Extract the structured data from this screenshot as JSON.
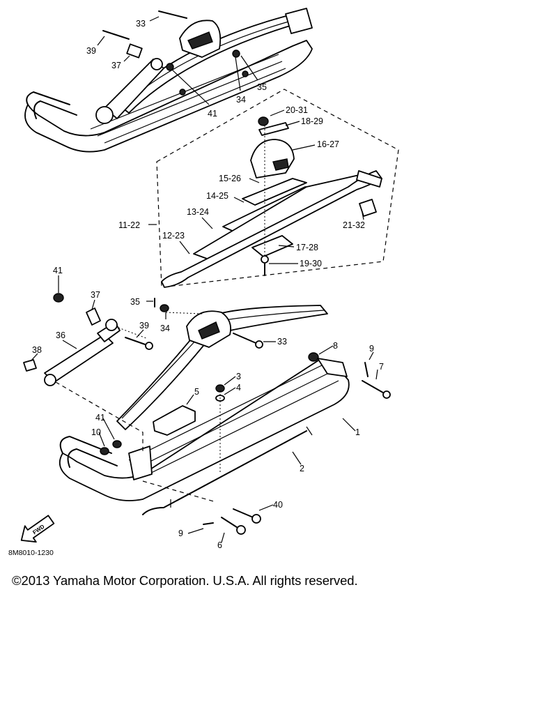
{
  "diagram": {
    "callouts": {
      "c33_top": "33",
      "c39_top": "39",
      "c37_top": "37",
      "c41_top": "41",
      "c34_top": "34",
      "c35_top": "35",
      "c20_31": "20-31",
      "c18_29": "18-29",
      "c16_27": "16-27",
      "c15_26": "15-26",
      "c14_25": "14-25",
      "c13_24": "13-24",
      "c11_22": "11-22",
      "c12_23": "12-23",
      "c21_32": "21-32",
      "c17_28": "17-28",
      "c19_30": "19-30",
      "c41": "41",
      "c37": "37",
      "c35": "35",
      "c39": "39",
      "c34": "34",
      "c36": "36",
      "c38": "38",
      "c33": "33",
      "c8": "8",
      "c9_right": "9",
      "c7": "7",
      "c3": "3",
      "c4": "4",
      "c5": "5",
      "c1": "1",
      "c41_low": "41",
      "c10": "10",
      "c2": "2",
      "c40": "40",
      "c9_low": "9",
      "c6": "6"
    },
    "fwd_label": "FWD",
    "figure_code": "8M8010-1230"
  },
  "footer": {
    "copyright": "©2013 Yamaha Motor Corporation. U.S.A. All rights reserved."
  }
}
